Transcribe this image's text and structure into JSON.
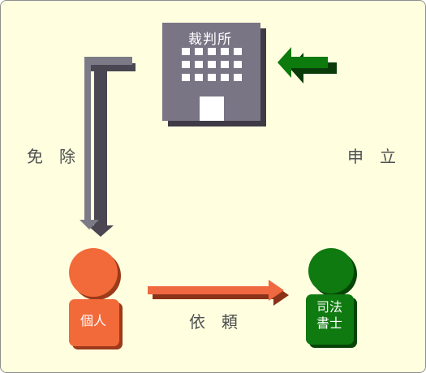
{
  "court": {
    "label": "裁判所",
    "color": "#7a7585"
  },
  "flows": {
    "exemption": {
      "label": "免　除",
      "color": "#7d7a87"
    },
    "application": {
      "label": "申　立",
      "color": "#0c7a0c"
    },
    "request": {
      "label": "依　頼",
      "color": "#f06840"
    }
  },
  "individual": {
    "label": "個人",
    "color": "#f26a3a"
  },
  "scrivener": {
    "line1": "司法",
    "line2": "書士",
    "color": "#0f7a0f"
  },
  "background_color": "#ffffe0"
}
